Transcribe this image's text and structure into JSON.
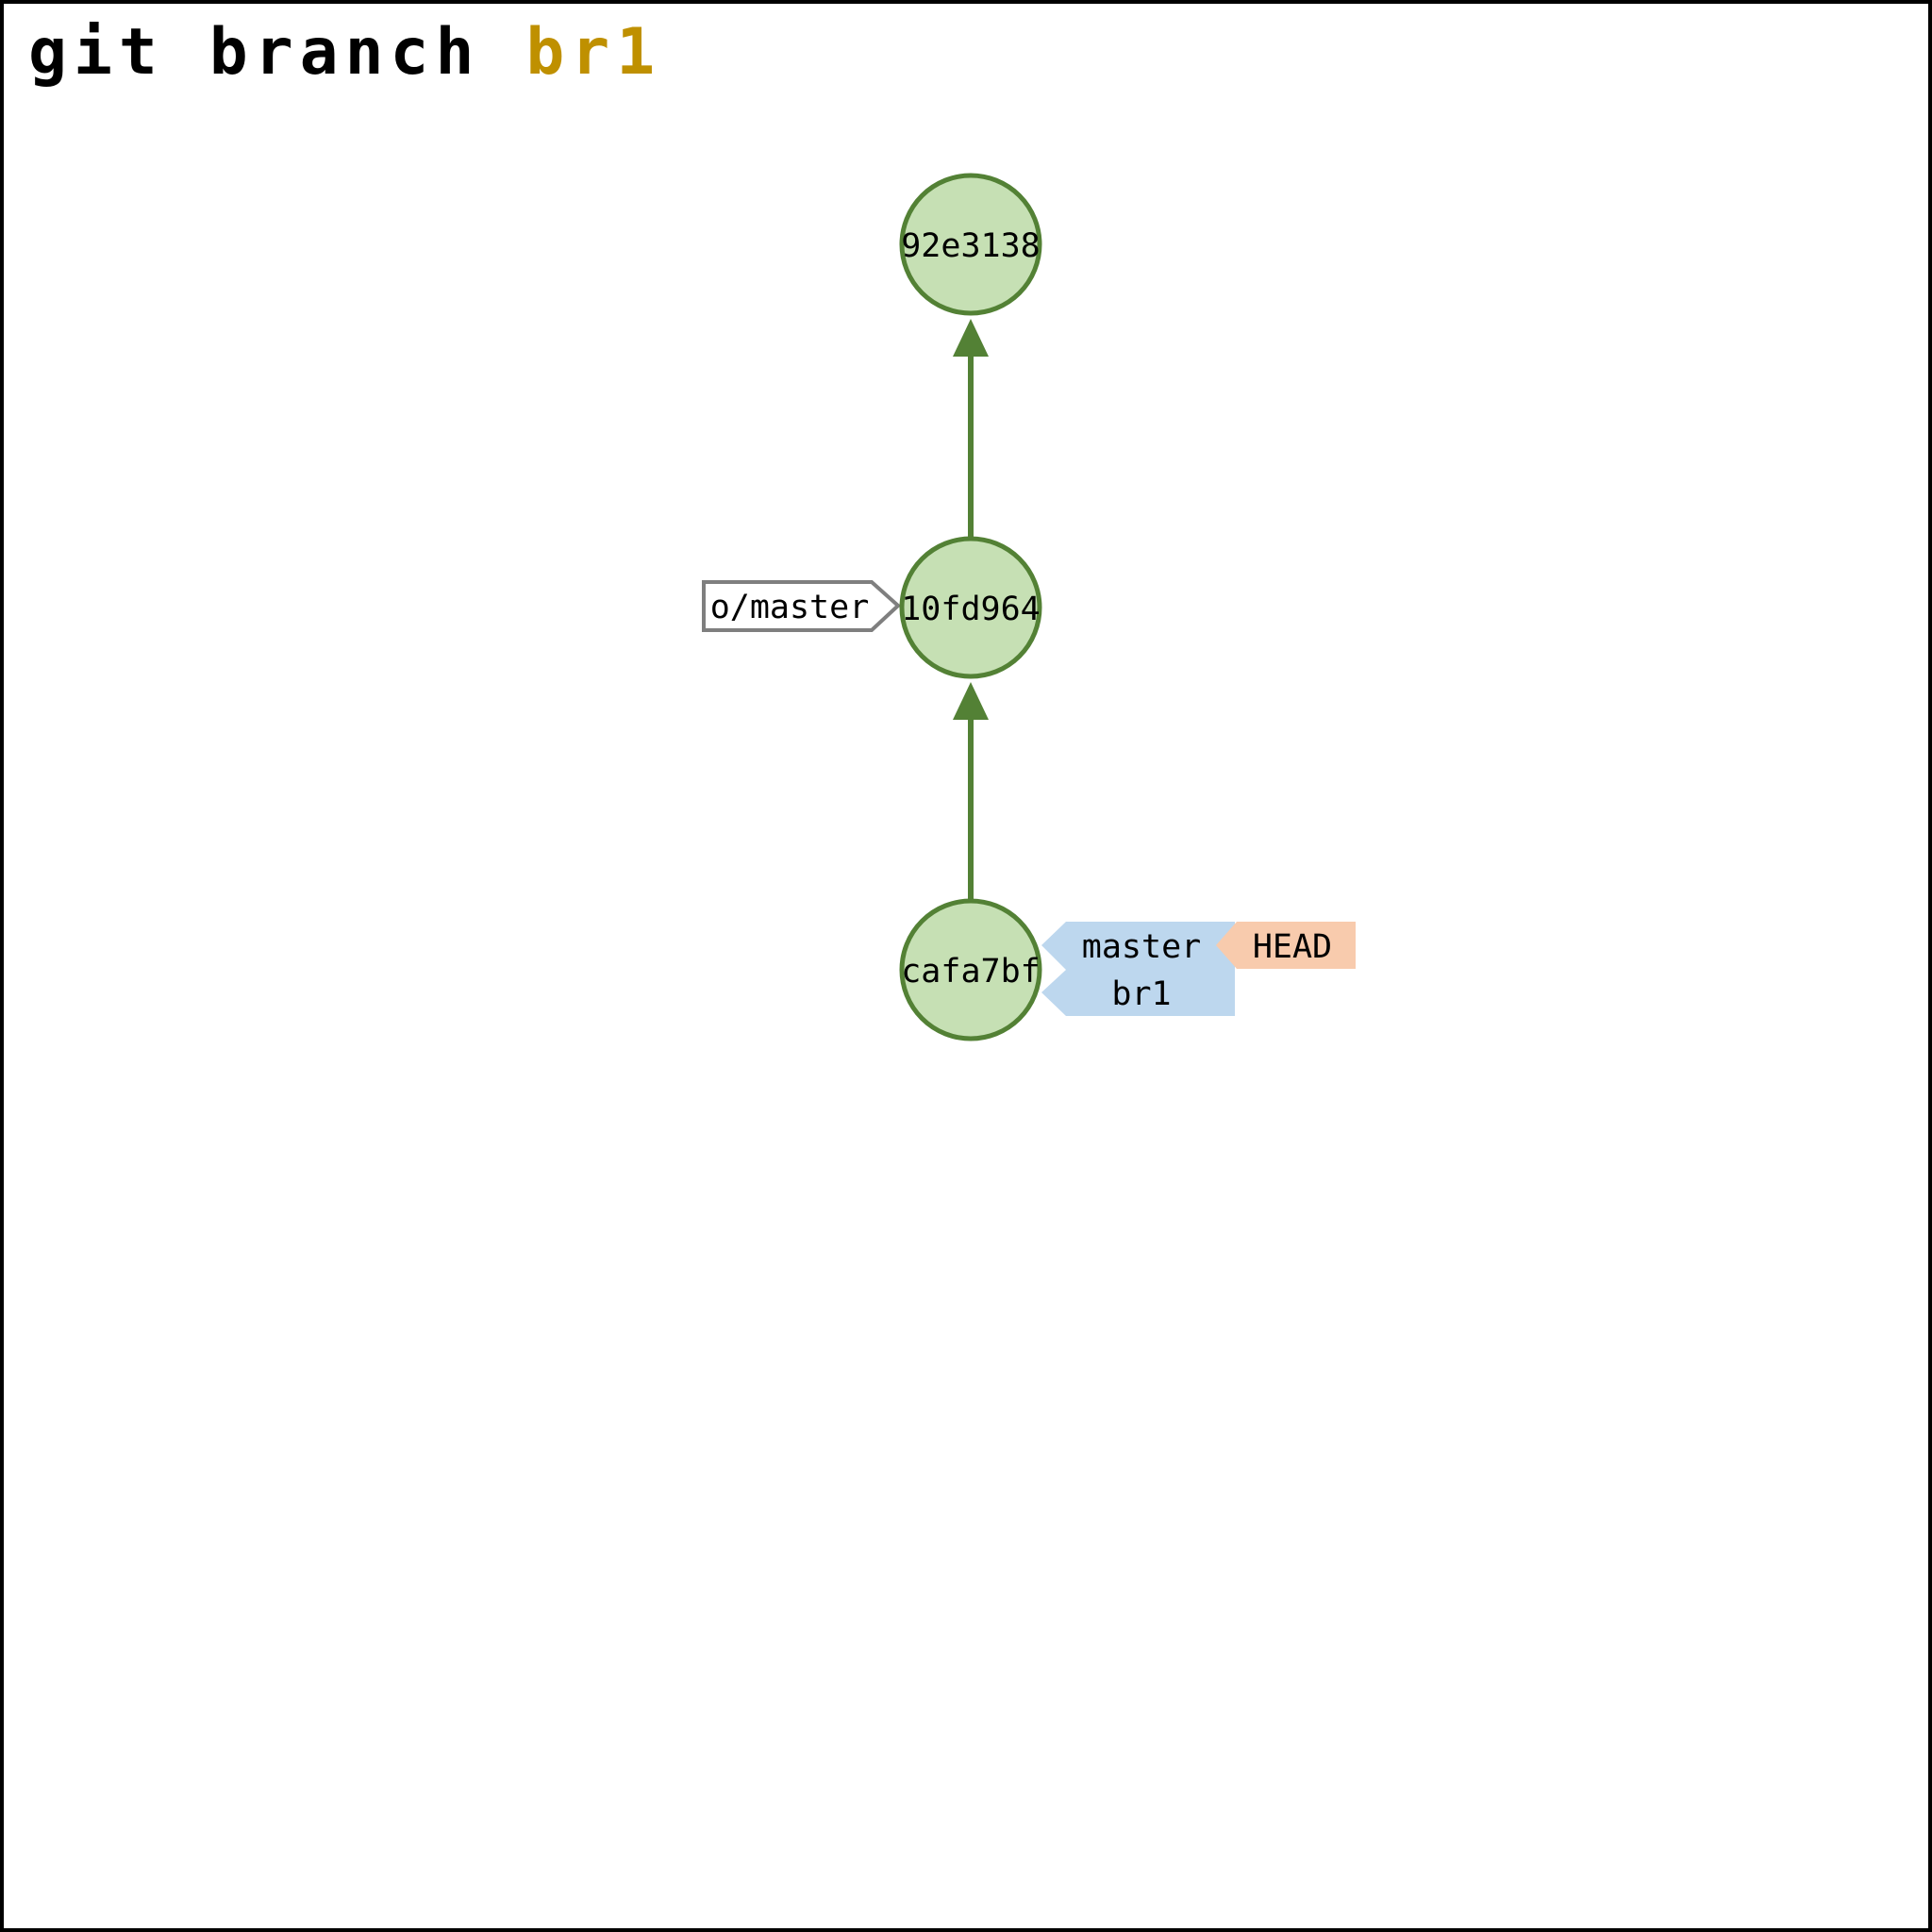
{
  "title": {
    "command": "git branch ",
    "argument": "br1"
  },
  "graph": {
    "commits": [
      {
        "id": "92e3138"
      },
      {
        "id": "10fd964"
      },
      {
        "id": "cafa7bf"
      }
    ],
    "tags": {
      "remote": "o/master",
      "master": "master",
      "br1": "br1",
      "head": "HEAD"
    }
  },
  "colors": {
    "background": "#ffffff",
    "page_border": "#000000",
    "title_text": "#000000",
    "title_argument": "#bf9000",
    "commit_fill": "#c6e0b4",
    "commit_stroke": "#538135",
    "edge": "#538135",
    "branch_tag_fill": "#bdd7ee",
    "head_tag_fill": "#f8cbad",
    "remote_tag_fill": "#ffffff",
    "remote_tag_border": "#7f7f7f",
    "label_text": "#000000"
  }
}
